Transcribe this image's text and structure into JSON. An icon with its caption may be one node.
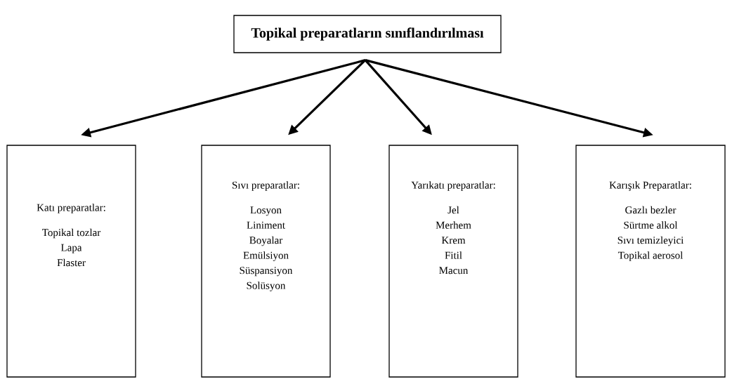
{
  "diagram": {
    "nodes": [
      {
        "text": [
          "Topikal preparatların sınıflandırılması"
        ]
      },
      {
        "text": [
          "Katı preparatlar:",
          "Topikal tozlar",
          "Lapa",
          "Flaster"
        ]
      },
      {
        "text": [
          "Sıvı preparatlar:",
          "Losyon",
          "Liniment",
          "Boyalar",
          "Emülsiyon",
          "Süspansiyon",
          "Solüsyon"
        ]
      },
      {
        "text": [
          "Yarıkatı preparatlar:",
          "Jel",
          "Merhem",
          "Krem",
          "Fitil",
          "Macun"
        ]
      },
      {
        "text": [
          "Karışık Preparatlar:",
          "Gazlı bezler",
          "Sürtme alkol",
          "Sıvı temizleyici",
          "Topikal aerosol"
        ]
      }
    ],
    "edges": [
      {
        "from": 0,
        "to": 1,
        "arrow": "to"
      },
      {
        "from": 0,
        "to": 2,
        "arrow": "to"
      },
      {
        "from": 0,
        "to": 3,
        "arrow": "to"
      },
      {
        "from": 0,
        "to": 4,
        "arrow": "to"
      }
    ]
  }
}
